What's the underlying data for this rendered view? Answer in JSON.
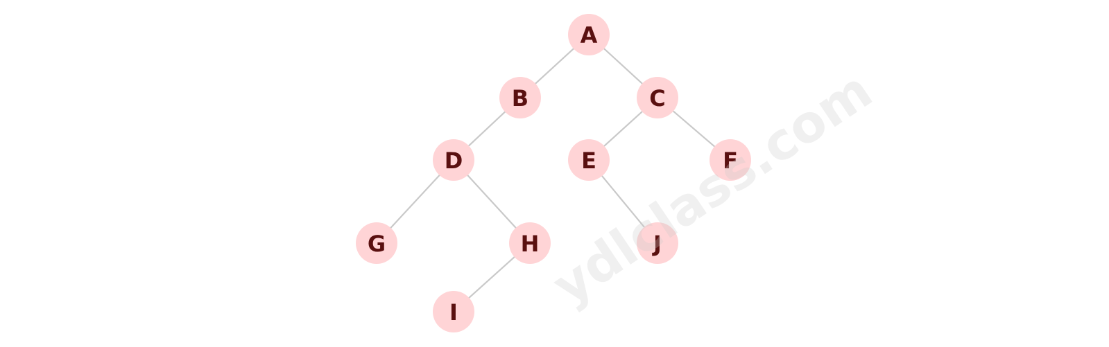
{
  "tree": {
    "nodes": [
      {
        "id": "A",
        "label": "A"
      },
      {
        "id": "B",
        "label": "B"
      },
      {
        "id": "C",
        "label": "C"
      },
      {
        "id": "D",
        "label": "D"
      },
      {
        "id": "E",
        "label": "E"
      },
      {
        "id": "F",
        "label": "F"
      },
      {
        "id": "G",
        "label": "G"
      },
      {
        "id": "H",
        "label": "H"
      },
      {
        "id": "I",
        "label": "I"
      },
      {
        "id": "J",
        "label": "J"
      }
    ],
    "edges": [
      {
        "from": "A",
        "to": "B"
      },
      {
        "from": "A",
        "to": "C"
      },
      {
        "from": "B",
        "to": "D"
      },
      {
        "from": "C",
        "to": "E"
      },
      {
        "from": "C",
        "to": "F"
      },
      {
        "from": "D",
        "to": "G"
      },
      {
        "from": "D",
        "to": "H"
      },
      {
        "from": "E",
        "to": "J"
      },
      {
        "from": "H",
        "to": "I"
      }
    ]
  },
  "watermark": {
    "text": "ydlclass.com"
  },
  "colors": {
    "node_fill": "#ffd4d6",
    "node_text": "#5a1010",
    "edge": "#c9c9c9"
  }
}
